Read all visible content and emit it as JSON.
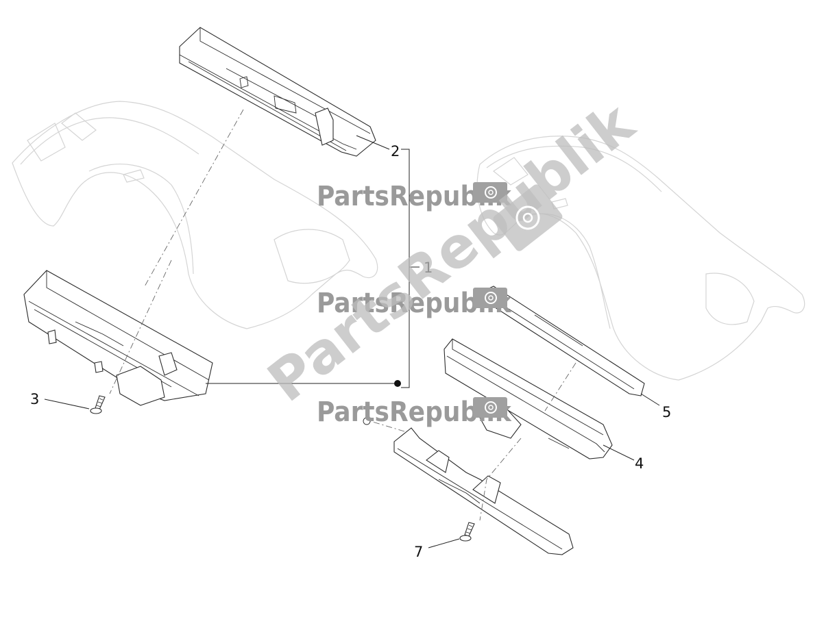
{
  "callouts": [
    {
      "id": "1",
      "label": "1"
    },
    {
      "id": "2",
      "label": "2"
    },
    {
      "id": "3",
      "label": "3"
    },
    {
      "id": "4",
      "label": "4"
    },
    {
      "id": "5",
      "label": "5"
    },
    {
      "id": "7",
      "label": "7"
    }
  ],
  "watermark": {
    "text": "PartsRepublik",
    "icon": "gear-icon"
  },
  "colors": {
    "linework": "#2a2a2a",
    "ghost_outline": "#d4d4d4",
    "watermark": "#9a9a9a",
    "watermark_badge": "#a0a0a0"
  }
}
